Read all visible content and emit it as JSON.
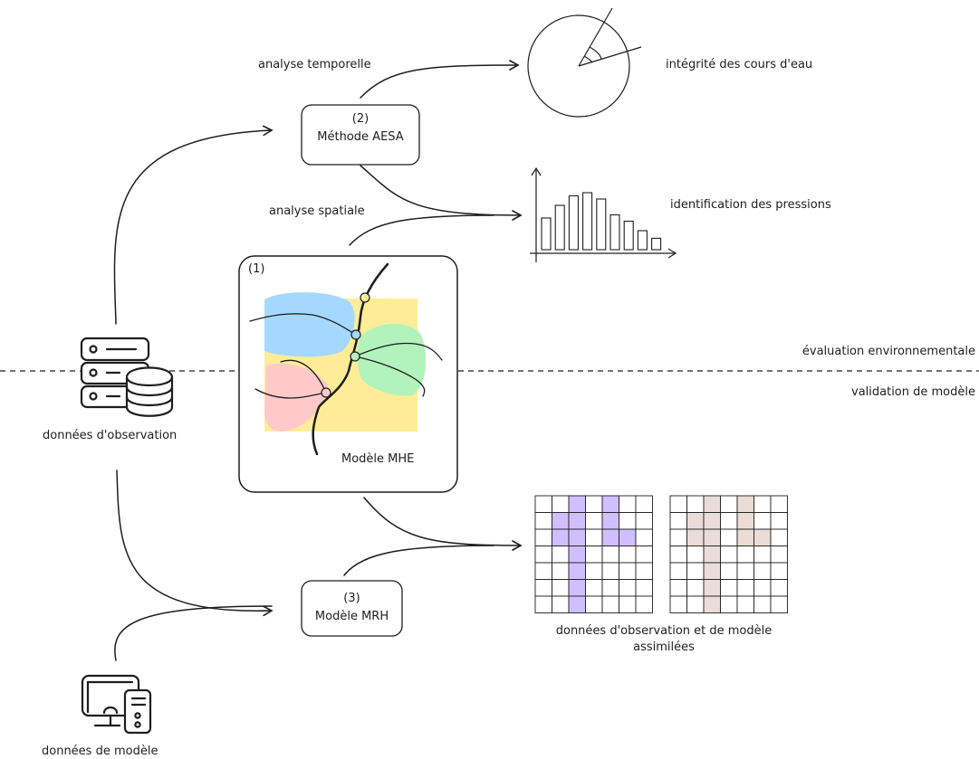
{
  "labels": {
    "analyse_temporelle": "analyse temporelle",
    "analyse_spatiale": "analyse spatiale",
    "integrite": "intégrité des cours d'eau",
    "identification": "identification des pressions",
    "evaluation": "évaluation environnementale",
    "validation": "validation de modèle",
    "donnees_observation": "données d'observation",
    "donnees_modele": "données de modèle",
    "assimilees_line1": "données d'observation et de modèle",
    "assimilees_line2": "assimilées"
  },
  "boxes": {
    "aesa": {
      "number": "(2)",
      "title": "Méthode AESA"
    },
    "mhe": {
      "number": "(1)",
      "title": "Modèle MHE"
    },
    "mrh": {
      "number": "(3)",
      "title": "Modèle MRH"
    }
  },
  "colors": {
    "stroke": "#1e1e1e",
    "map_yellow": "#ffec99",
    "blue_zone": "#a5d8ff",
    "green_zone": "#b2f2bb",
    "pink_zone": "#ffc9c9",
    "node_yellow": "#ffec99",
    "node_blue": "#a5d8ff",
    "node_green": "#b2f2bb",
    "node_pink": "#ffc9c9",
    "grid_purple": "#d0bfff",
    "grid_brown": "#eaddd7"
  },
  "chart_data": {
    "type": "bar",
    "values": [
      5,
      7,
      8.5,
      9,
      8,
      5.5,
      4.5,
      3,
      1.8
    ]
  },
  "grids": {
    "rows": 7,
    "cols": 7,
    "highlighted": [
      [
        0,
        2
      ],
      [
        0,
        4
      ],
      [
        1,
        1
      ],
      [
        1,
        2
      ],
      [
        1,
        4
      ],
      [
        2,
        1
      ],
      [
        2,
        2
      ],
      [
        2,
        4
      ],
      [
        2,
        5
      ],
      [
        3,
        2
      ],
      [
        4,
        2
      ],
      [
        5,
        2
      ],
      [
        6,
        2
      ]
    ]
  },
  "icons": {
    "observation": "server-database-icon",
    "model": "computer-tower-icon",
    "circle": "angle-circle-icon"
  }
}
